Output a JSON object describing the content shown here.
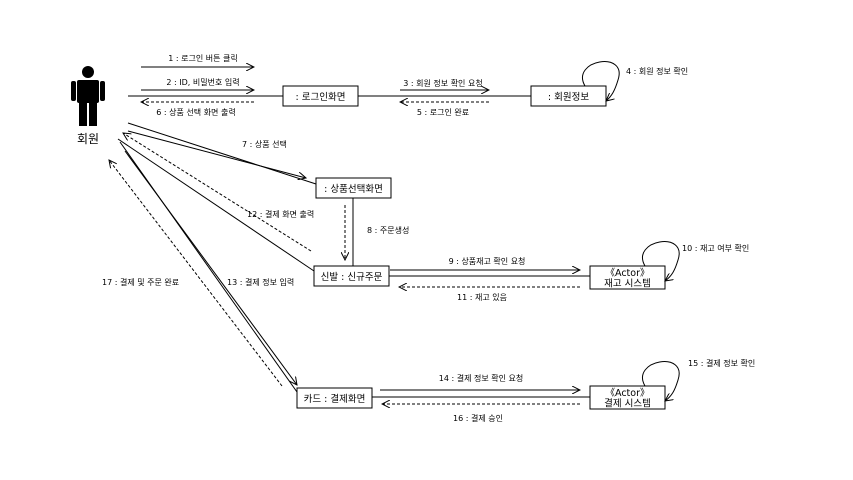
{
  "actor": {
    "name": "회원"
  },
  "objects": {
    "login": ": 로그인화면",
    "member_info": ": 회원정보",
    "product_select": ": 상품선택화면",
    "new_order": "신발 : 신규주문",
    "stock_system": {
      "stereotype": "《Actor》",
      "name": "재고 시스템"
    },
    "payment_screen": "카드 : 결제화면",
    "payment_system": {
      "stereotype": "《Actor》",
      "name": "결제 시스템"
    }
  },
  "messages": {
    "m1": "1 : 로그인 버튼 클릭",
    "m2": "2 : ID, 비밀번호 입력",
    "m3": "3 : 회원 정보 확인 요청",
    "m4": "4 : 회원 정보 확인",
    "m5": "5 : 로그인 완료",
    "m6": "6 : 상품 선택 화면 출력",
    "m7": "7 : 상품 선택",
    "m8": "8 : 주문생성",
    "m9": "9 : 상품재고 확인 요청",
    "m10": "10 : 재고 여부 확인",
    "m11": "11 : 재고 있음",
    "m12": "12 : 결제 화면 출력",
    "m13": "13 : 결제 정보 입력",
    "m14": "14 : 결제 정보 확인 요청",
    "m15": "15 : 결제 정보 확인",
    "m16": "16 : 결제 승인",
    "m17": "17 : 결제 및 주문 완료"
  }
}
